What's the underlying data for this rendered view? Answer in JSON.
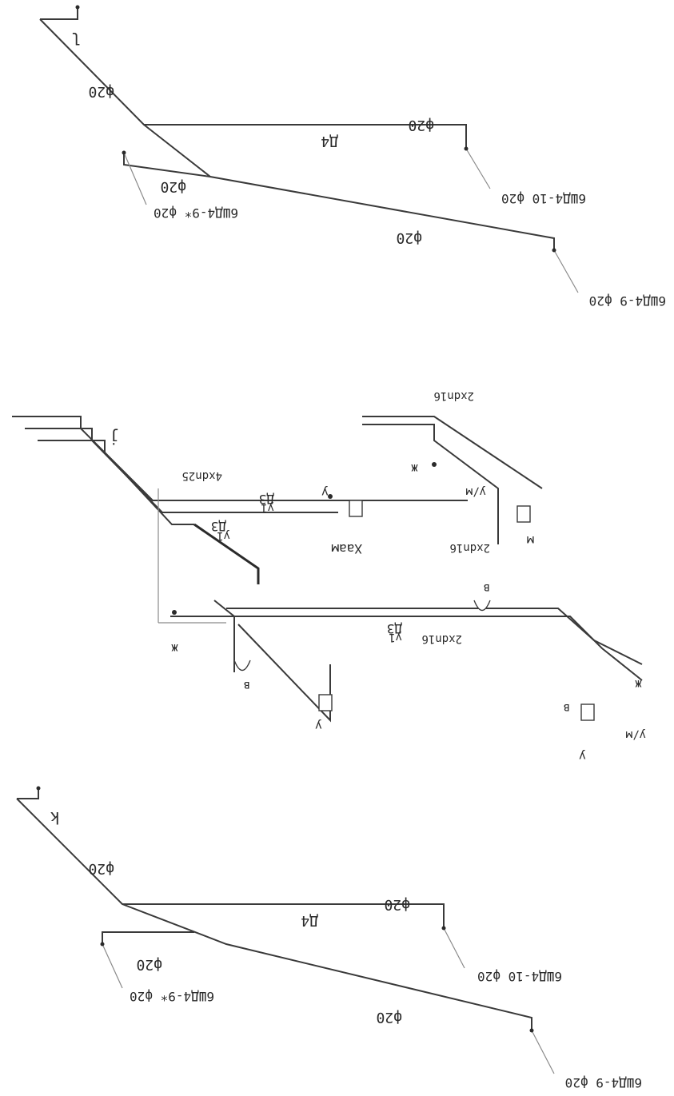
{
  "diagram": {
    "color_line": "#3a3a3a",
    "color_leader": "#8a8a8a",
    "top_riser": {
      "riser_label": "l",
      "stack_label": "Д4",
      "pipe_size_1": "ф20",
      "pipe_size_2": "ф20",
      "pipe_size_3": "ф20",
      "pipe_size_4": "ф20",
      "branch_1": "6ШД4-10 ф20",
      "branch_2": "6ШД4-9* ф20",
      "branch_3": "6ШД4-9 ф20"
    },
    "middle_network": {
      "riser_label": "j",
      "size_4xdn25": "4xdn25",
      "stack_1": "Д3",
      "stack_1_sub": "у1",
      "stack_2": "Д3",
      "stack_2_sub": "у1",
      "stack_3": "Д3",
      "stack_3_sub": "у1",
      "size_2xdn16_a": "2xdn16",
      "size_2xdn16_b": "2xdn16",
      "size_2xdn16_c": "2xdn16",
      "label_haam": "Хаам",
      "fixture_zh_1": "ж",
      "fixture_zh_2": "ж",
      "fixture_zh_3": "ж",
      "fixture_um_1": "у/м",
      "fixture_um_2": "у/м",
      "fixture_u_1": "у",
      "fixture_u_2": "у",
      "fixture_u_3": "у",
      "fixture_m": "м",
      "fixture_v_1": "в",
      "fixture_v_2": "в",
      "fixture_v_3": "в"
    },
    "bottom_riser": {
      "riser_label": "k",
      "stack_label": "Д4",
      "pipe_size_1": "ф20",
      "pipe_size_2": "ф20",
      "pipe_size_3": "ф20",
      "pipe_size_4": "ф20",
      "branch_1": "6ШД4-10 ф20",
      "branch_2": "6ШД4-9* ф20",
      "branch_3": "6ШД4-9 ф20"
    }
  }
}
